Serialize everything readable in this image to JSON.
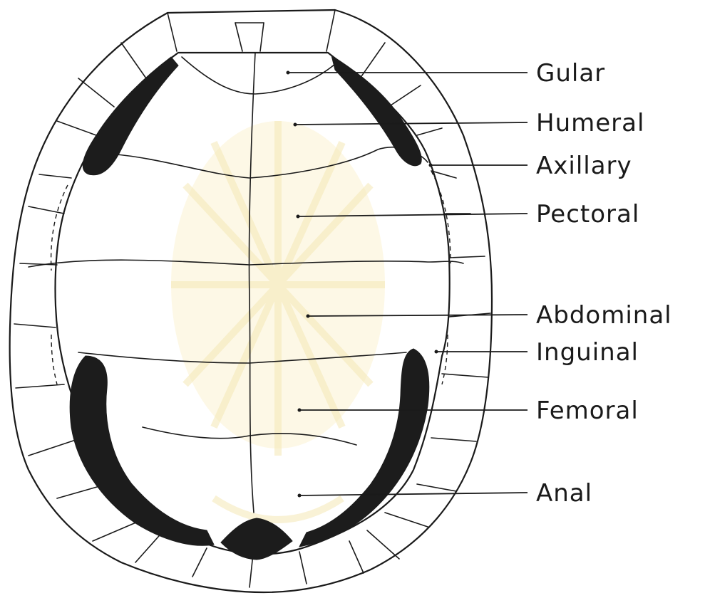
{
  "diagram": {
    "labels": [
      {
        "key": "gular",
        "text": "Gular"
      },
      {
        "key": "humeral",
        "text": "Humeral"
      },
      {
        "key": "axillary",
        "text": "Axillary"
      },
      {
        "key": "pectoral",
        "text": "Pectoral"
      },
      {
        "key": "abdominal",
        "text": "Abdominal"
      },
      {
        "key": "inguinal",
        "text": "Inguinal"
      },
      {
        "key": "femoral",
        "text": "Femoral"
      },
      {
        "key": "anal",
        "text": "Anal"
      }
    ]
  },
  "colors": {
    "ink": "#1a1a1a",
    "background": "#ffffff",
    "watermark": "#f4e7b4"
  }
}
